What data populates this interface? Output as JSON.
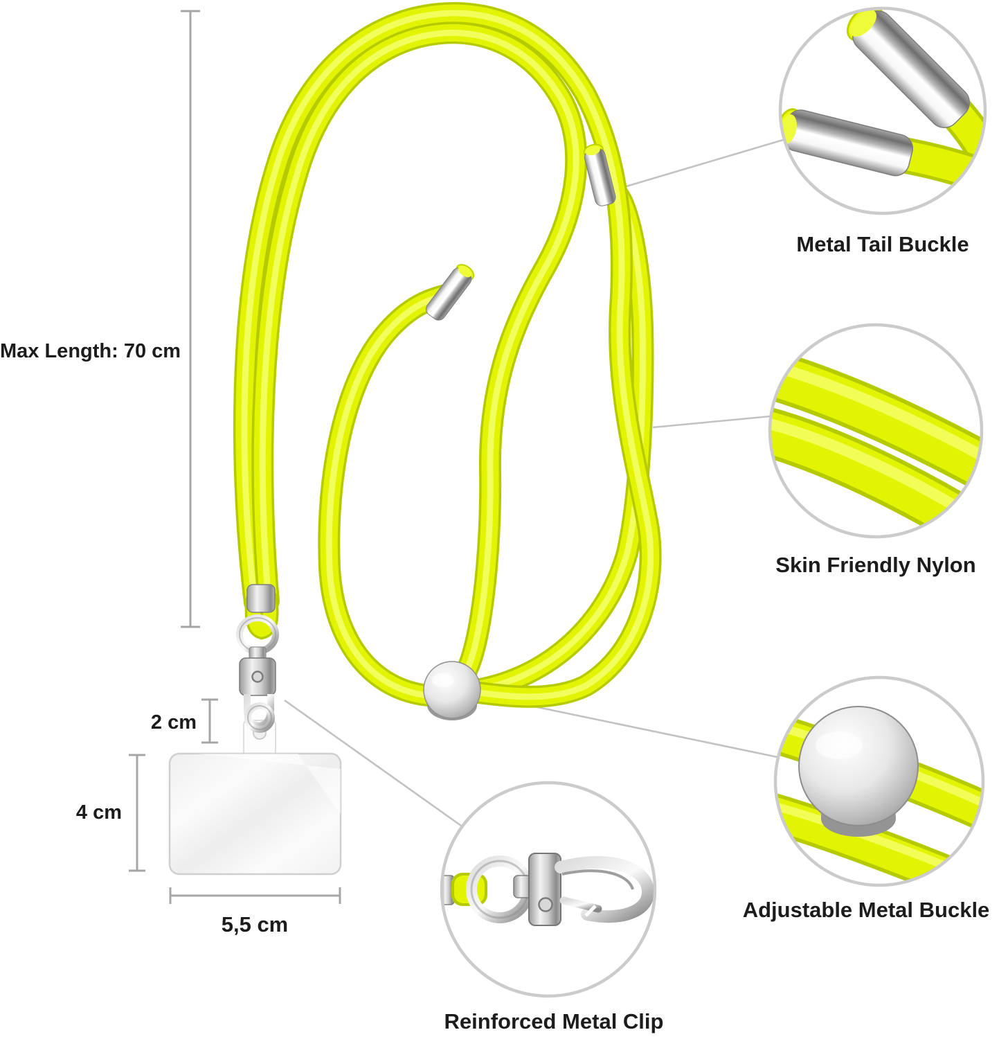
{
  "diagram": {
    "title": "phone lanyard product diagram",
    "dimensions": {
      "max_length": "Max Length: 70 cm",
      "strap_tab": "2 cm",
      "card_height": "4 cm",
      "card_width": "5,5 cm"
    },
    "callouts": [
      {
        "id": "metal-tail-buckle",
        "label": "Metal Tail Buckle"
      },
      {
        "id": "skin-friendly-nylon",
        "label": "Skin Friendly Nylon"
      },
      {
        "id": "adjustable-metal-buckle",
        "label": "Adjustable Metal Buckle"
      },
      {
        "id": "reinforced-metal-clip",
        "label": "Reinforced Metal Clip"
      }
    ],
    "colors": {
      "background": "#ffffff",
      "cord_main": "#e2f402",
      "cord_shadow": "#b5cb00",
      "cord_highlight": "#f4ff66",
      "metal_light": "#f7f7f7",
      "metal_dark": "#8c8c8c",
      "callout_ring": "#cbcbcb",
      "leader_line": "#c2c2c2",
      "dimension_line": "#a6a6a6",
      "text": "#1c1c1c"
    }
  }
}
